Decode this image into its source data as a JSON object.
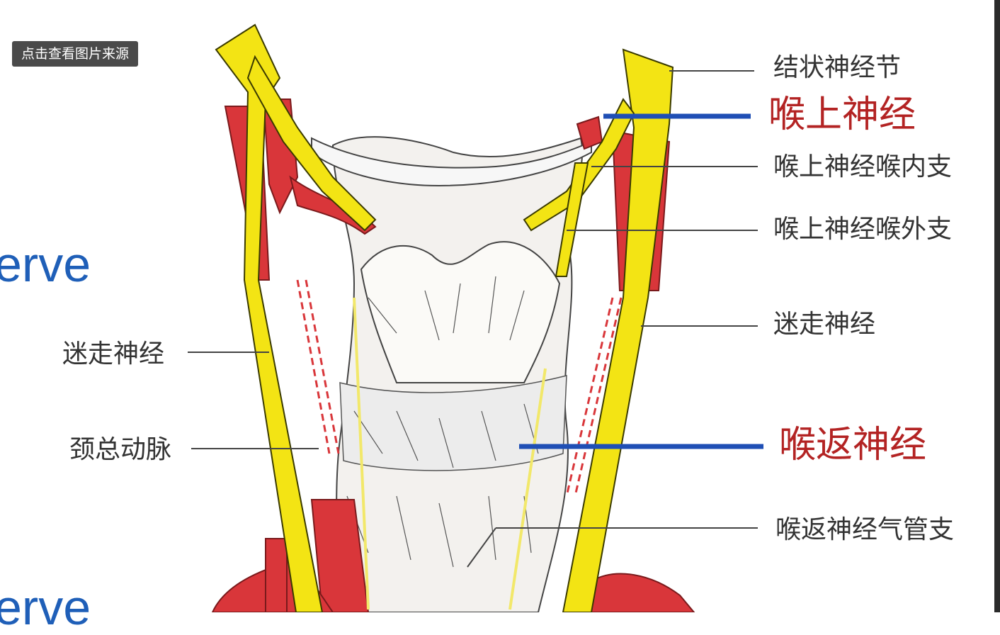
{
  "overlay": {
    "source_button": "点击查看图片来源"
  },
  "slide": {
    "word_1": "erve",
    "word_2": "erve"
  },
  "labels": {
    "nodose_ganglion": "结状神经节",
    "superior_laryngeal": "喉上神经",
    "internal_branch": "喉上神经喉内支",
    "external_branch": "喉上神经喉外支",
    "vagus_right": "迷走神经",
    "vagus_left": "迷走神经",
    "common_carotid": "颈总动脉",
    "recurrent_laryngeal": "喉返神经",
    "tracheal_branch": "喉返神经气管支"
  },
  "colors": {
    "nerve": "#f3e414",
    "artery": "#d9363a",
    "pointer_blue": "#1f4fb5",
    "highlight_red": "#b32323"
  }
}
